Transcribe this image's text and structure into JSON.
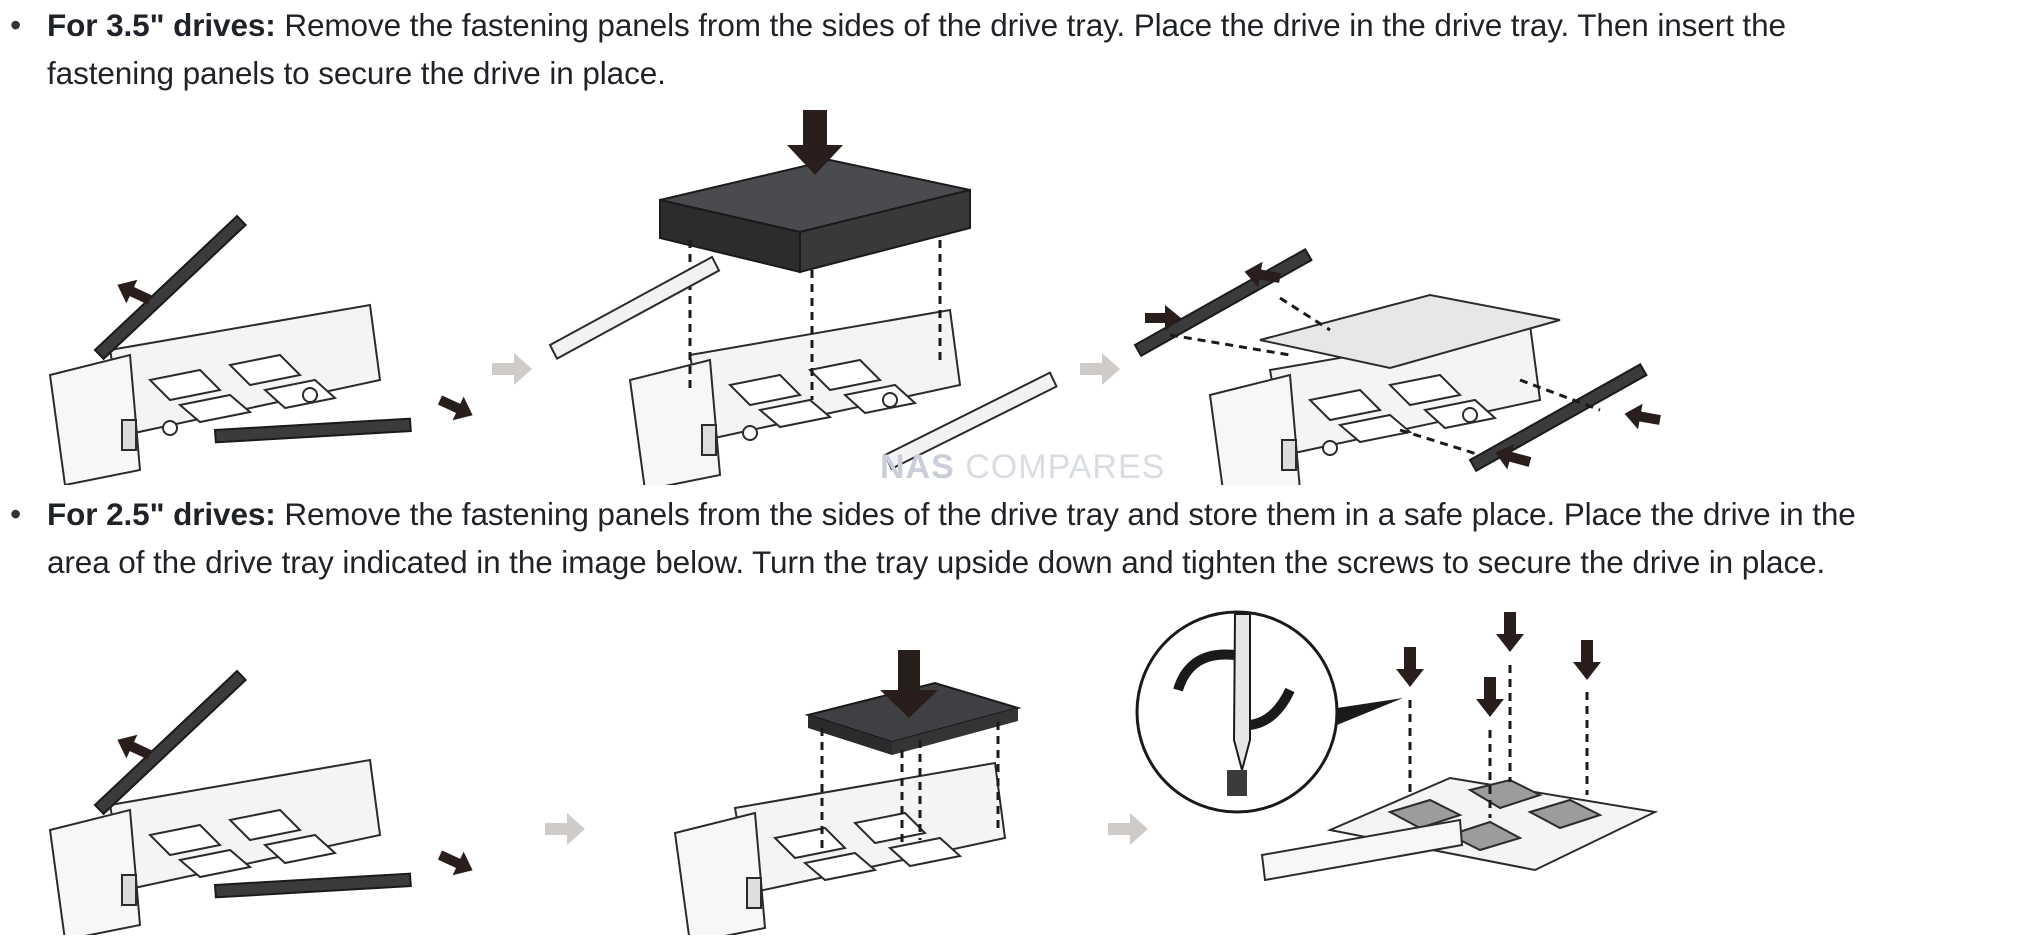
{
  "bullets": [
    {
      "heading": "For 3.5\" drives:",
      "line1": " Remove the fastening panels from the sides of the drive tray. Place the drive in the drive tray. Then insert the",
      "line2": "fastening panels to secure the drive in place."
    },
    {
      "heading": "For 2.5\" drives:",
      "line1": " Remove the fastening panels from the sides of the drive tray and store them in a safe place. Place the drive in the",
      "line2": "area of the drive tray indicated in the image below. Turn the tray upside down and tighten the screws to secure the drive in place."
    }
  ],
  "watermark": {
    "part1": "NAS",
    "part2": " COMPARES"
  },
  "colors": {
    "text": "#1f2329",
    "tray": "#f2f2f2",
    "outline": "#2b2b2b",
    "panel": "#3a3b3d",
    "arrow": "#2a1e1c",
    "step_arrow": "#cfcbc8"
  }
}
